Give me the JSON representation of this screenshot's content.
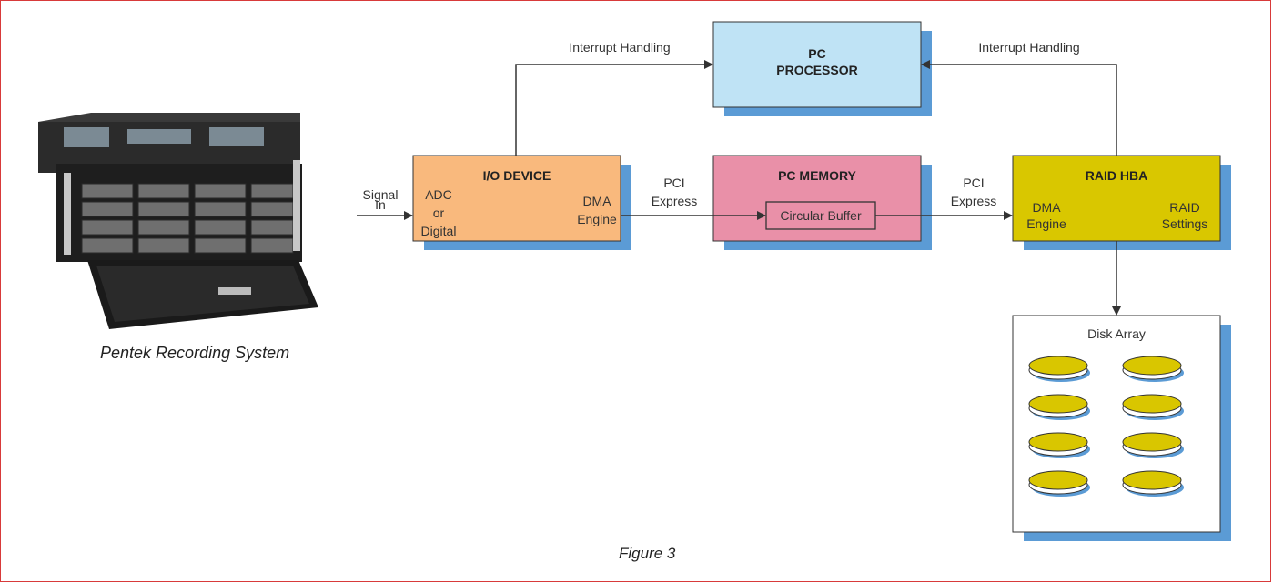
{
  "photo": {
    "caption": "Pentek Recording System"
  },
  "figure_caption": "Figure 3",
  "signal_in": [
    "Signal",
    "In"
  ],
  "interrupt_left": "Interrupt Handling",
  "interrupt_right": "Interrupt Handling",
  "pci_left": [
    "PCI",
    "Express"
  ],
  "pci_right": [
    "PCI",
    "Express"
  ],
  "processor": {
    "title_line1": "PC",
    "title_line2": "PROCESSOR",
    "color": "#bfe3f5"
  },
  "io_device": {
    "title": "I/O DEVICE",
    "left": [
      "ADC",
      "or",
      "Digital"
    ],
    "right": [
      "DMA",
      "Engine"
    ],
    "color": "#f9b97d"
  },
  "memory": {
    "title": "PC MEMORY",
    "buffer": "Circular Buffer",
    "color": "#e990a8"
  },
  "raid_hba": {
    "title": "RAID HBA",
    "left": [
      "DMA",
      "Engine"
    ],
    "right": [
      "RAID",
      "Settings"
    ],
    "color": "#d9c700"
  },
  "disk_array": {
    "title": "Disk Array",
    "disk_color": "#d9c600",
    "disk_count": 8
  },
  "colors": {
    "shadow": "#5b9bd5",
    "frame": "#d83a3a"
  }
}
